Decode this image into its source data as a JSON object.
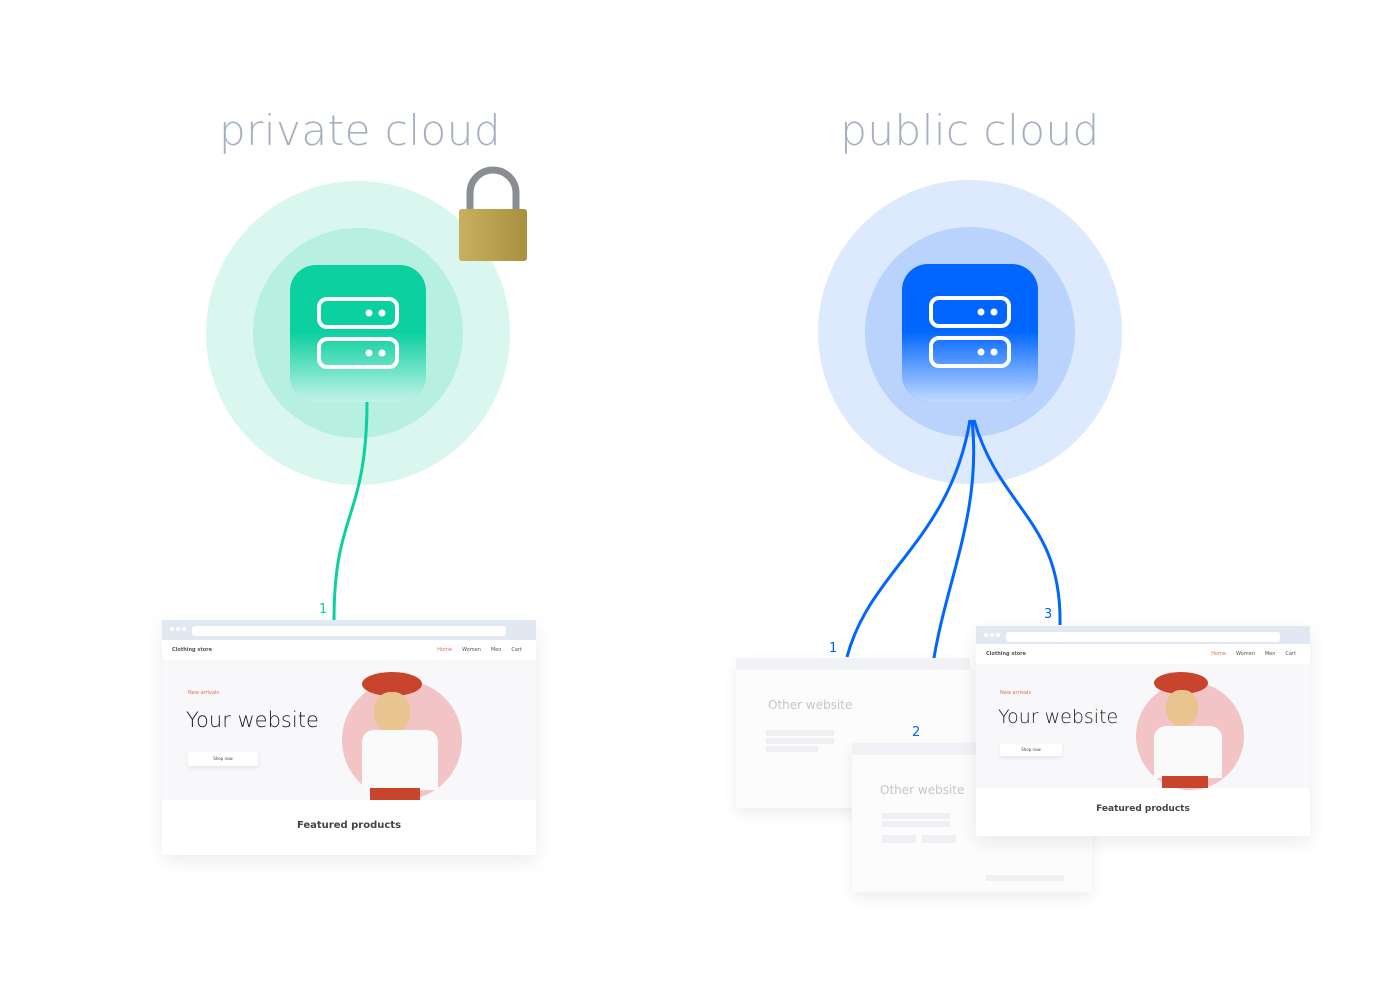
{
  "private": {
    "title": "private cloud",
    "color": "#0bd0a0",
    "connection_label": "1",
    "website": {
      "brand": "Clothing store",
      "nav": [
        "Home",
        "Women",
        "Men",
        "Cart"
      ],
      "eyebrow": "New arrivals",
      "headline": "Your website",
      "button": "Shop now",
      "section": "Featured products"
    }
  },
  "public": {
    "title": "public cloud",
    "color": "#0066ff",
    "connection_labels": [
      "1",
      "2",
      "3"
    ],
    "others": [
      "Other website",
      "Other website"
    ],
    "website": {
      "brand": "Clothing store",
      "nav": [
        "Home",
        "Women",
        "Men",
        "Cart"
      ],
      "eyebrow": "New arrivals",
      "headline": "Your website",
      "button": "Shop now",
      "section": "Featured products"
    }
  },
  "icons": [
    "server-icon",
    "padlock-icon"
  ]
}
